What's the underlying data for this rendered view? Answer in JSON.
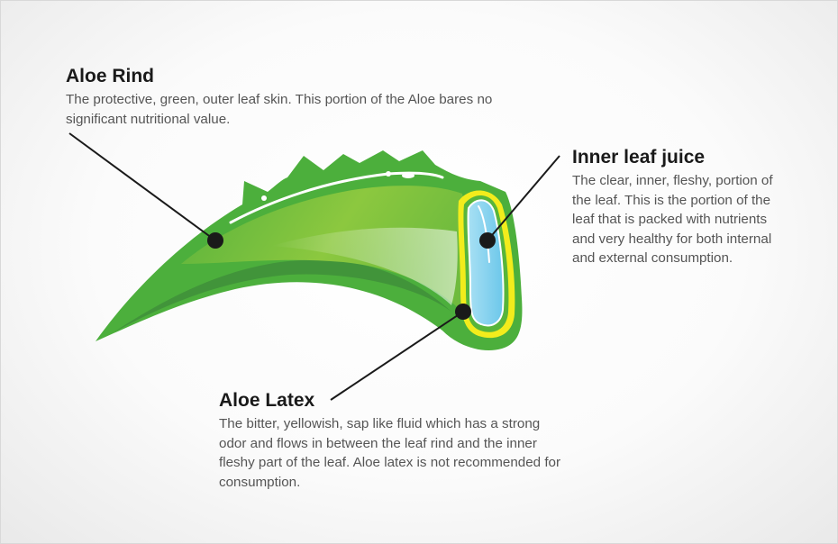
{
  "labels": {
    "rind": {
      "title": "Aloe Rind",
      "description": "The protective, green, outer leaf skin. This portion of the Aloe bares no significant nutritional value."
    },
    "juice": {
      "title": "Inner leaf juice",
      "description": "The clear, inner, fleshy, portion of the leaf. This is the portion of the leaf that is packed with nutrients and very healthy for both internal and external consumption."
    },
    "latex": {
      "title": "Aloe Latex",
      "description": "The bitter, yellowish, sap like fluid which has a strong odor and flows in between the leaf rind and the inner fleshy part of the leaf. Aloe latex is not recommended for consumption."
    }
  },
  "colors": {
    "rind_outer": "#4caf3c",
    "rind_dark": "#3f8f3a",
    "flesh_green": "#7fc241",
    "latex_yellow": "#f2ec1c",
    "juice_blue": "#7fd0ec",
    "marker": "#1a1a1a"
  }
}
